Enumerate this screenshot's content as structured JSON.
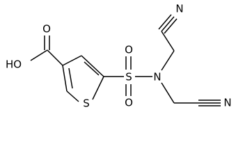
{
  "structure": {
    "atoms": {
      "hydroxyl": "HO",
      "carbonyl_oxygen": "O",
      "ring_sulfur": "S",
      "sulfonyl_sulfur": "S",
      "sulfonyl_oxygen_top": "O",
      "sulfonyl_oxygen_bottom": "O",
      "amine_nitrogen": "N",
      "nitrile_nitrogen_top": "N",
      "nitrile_nitrogen_bottom": "N"
    }
  }
}
